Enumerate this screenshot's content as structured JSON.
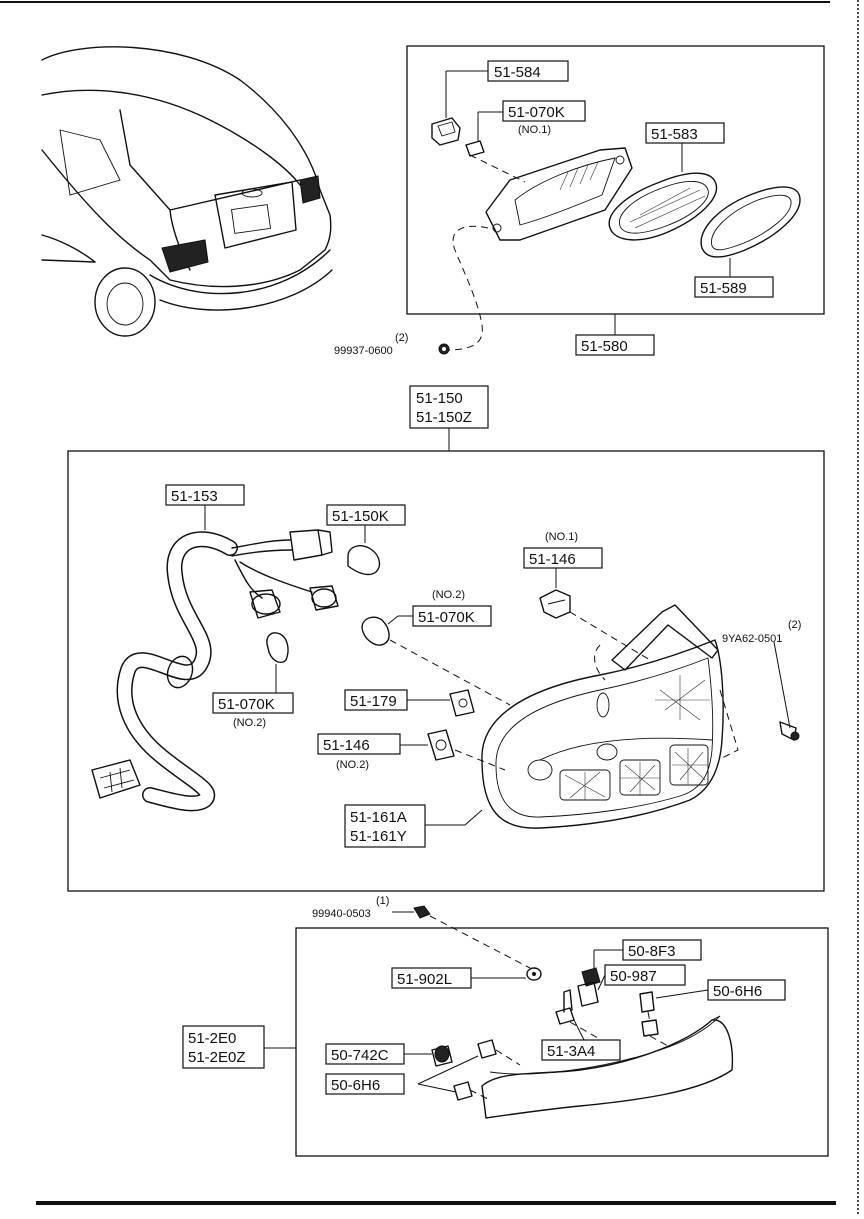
{
  "diagram": {
    "section_top": {
      "parts": [
        {
          "code": "51-584"
        },
        {
          "code": "51-070K",
          "note": "(NO.1)"
        },
        {
          "code": "51-583"
        },
        {
          "code": "51-589"
        },
        {
          "code": "51-580"
        }
      ],
      "bolt": {
        "code": "99937-0600",
        "qty": "(2)"
      }
    },
    "section_middle": {
      "assembly_codes": [
        "51-150",
        "51-150Z"
      ],
      "parts": [
        {
          "code": "51-153"
        },
        {
          "code": "51-150K"
        },
        {
          "code": "51-146",
          "note": "(NO.1)"
        },
        {
          "code": "51-070K",
          "note": "(NO.2)"
        },
        {
          "code": "51-070K",
          "note": "(NO.2)"
        },
        {
          "code": "51-179"
        },
        {
          "code": "51-146",
          "note": "(NO.2)"
        }
      ],
      "lens_codes": [
        "51-161A",
        "51-161Y"
      ],
      "screw": {
        "code": "9YA62-0501",
        "qty": "(2)"
      }
    },
    "section_bottom": {
      "nut": {
        "code": "99940-0503",
        "qty": "(1)"
      },
      "assembly_codes": [
        "51-2E0",
        "51-2E0Z"
      ],
      "parts": [
        {
          "code": "51-902L"
        },
        {
          "code": "50-8F3"
        },
        {
          "code": "50-987"
        },
        {
          "code": "50-6H6"
        },
        {
          "code": "51-3A4"
        },
        {
          "code": "50-742C"
        },
        {
          "code": "50-6H6"
        }
      ]
    }
  }
}
